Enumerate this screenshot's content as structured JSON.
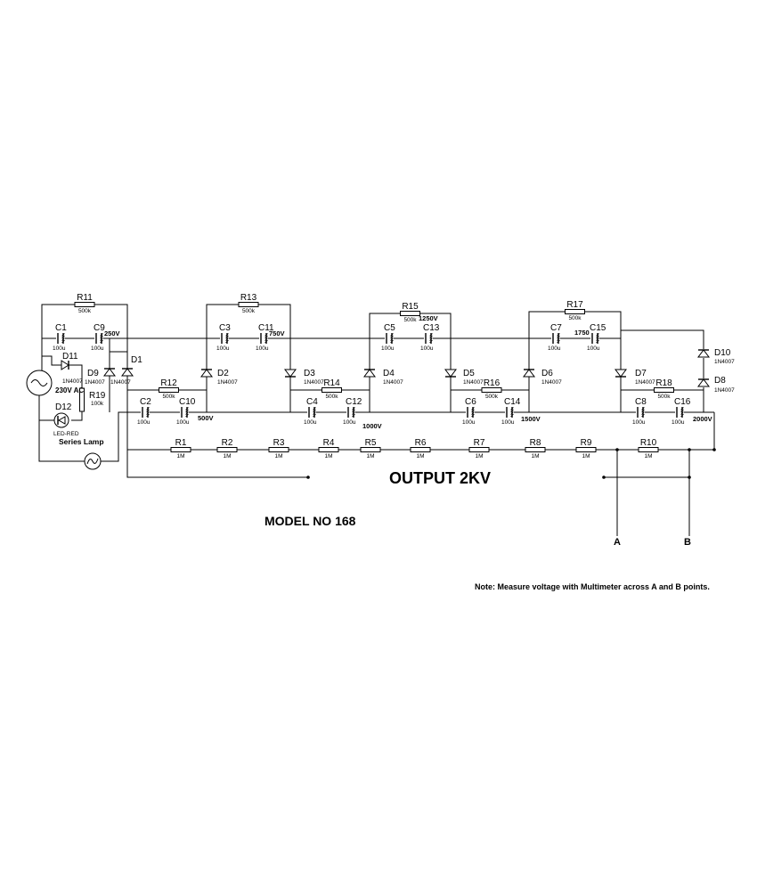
{
  "title": "OUTPUT 2KV",
  "model": "MODEL NO 168",
  "note": "Note: Measure voltage with Multimeter across A and B points.",
  "supply_label": "230V AC",
  "series_lamp_label": "Series Lamp",
  "led_value": "LED-RED",
  "terminals": [
    "A",
    "B"
  ],
  "resistors": [
    {
      "name": "R11",
      "value": "500k"
    },
    {
      "name": "R12",
      "value": "500k"
    },
    {
      "name": "R13",
      "value": "500k"
    },
    {
      "name": "R14",
      "value": "500k"
    },
    {
      "name": "R15",
      "value": "500k"
    },
    {
      "name": "R16",
      "value": "500k"
    },
    {
      "name": "R17",
      "value": "500k"
    },
    {
      "name": "R18",
      "value": "500k"
    },
    {
      "name": "R19",
      "value": "100k"
    },
    {
      "name": "R1",
      "value": "1M"
    },
    {
      "name": "R2",
      "value": "1M"
    },
    {
      "name": "R3",
      "value": "1M"
    },
    {
      "name": "R4",
      "value": "1M"
    },
    {
      "name": "R5",
      "value": "1M"
    },
    {
      "name": "R6",
      "value": "1M"
    },
    {
      "name": "R7",
      "value": "1M"
    },
    {
      "name": "R8",
      "value": "1M"
    },
    {
      "name": "R9",
      "value": "1M"
    },
    {
      "name": "R10",
      "value": "1M"
    }
  ],
  "capacitors": [
    {
      "name": "C1",
      "value": "100u"
    },
    {
      "name": "C9",
      "value": "100u"
    },
    {
      "name": "C3",
      "value": "100u"
    },
    {
      "name": "C11",
      "value": "100u"
    },
    {
      "name": "C5",
      "value": "100u"
    },
    {
      "name": "C13",
      "value": "100u"
    },
    {
      "name": "C7",
      "value": "100u"
    },
    {
      "name": "C15",
      "value": "100u"
    },
    {
      "name": "C2",
      "value": "100u"
    },
    {
      "name": "C10",
      "value": "100u"
    },
    {
      "name": "C4",
      "value": "100u"
    },
    {
      "name": "C12",
      "value": "100u"
    },
    {
      "name": "C6",
      "value": "100u"
    },
    {
      "name": "C14",
      "value": "100u"
    },
    {
      "name": "C8",
      "value": "100u"
    },
    {
      "name": "C16",
      "value": "100u"
    }
  ],
  "diodes": [
    {
      "name": "D1",
      "value": "1N4007"
    },
    {
      "name": "D2",
      "value": "1N4007"
    },
    {
      "name": "D3",
      "value": "1N4007"
    },
    {
      "name": "D4",
      "value": "1N4007"
    },
    {
      "name": "D5",
      "value": "1N4007"
    },
    {
      "name": "D6",
      "value": "1N4007"
    },
    {
      "name": "D7",
      "value": "1N4007"
    },
    {
      "name": "D8",
      "value": "1N4007"
    },
    {
      "name": "D9",
      "value": "1N4007"
    },
    {
      "name": "D10",
      "value": "1N4007"
    },
    {
      "name": "D11",
      "value": "1N4007"
    },
    {
      "name": "D12",
      "value": "LED-RED"
    }
  ],
  "voltage_marks": [
    "250V",
    "750V",
    "1250V",
    "1750",
    "500V",
    "1000V",
    "1500V",
    "2000V"
  ]
}
